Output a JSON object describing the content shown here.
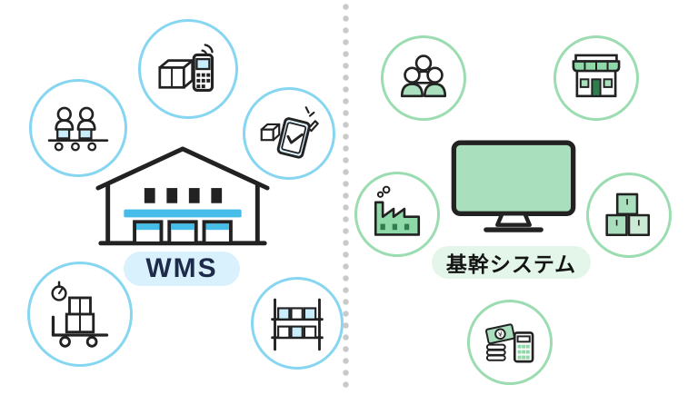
{
  "diagram": {
    "title_texts": [
      "WMS",
      "基幹システム"
    ],
    "divider": {
      "style": "dotted-vertical",
      "color": "#c9c9c9"
    },
    "left": {
      "label": "WMS",
      "label_bg": "#d9f1fc",
      "label_color": "#1e2a4a",
      "accent": "#45bde8",
      "light_fill": "#c9edfa",
      "circle_border": "#86d6f2",
      "center_icon": "warehouse-icon",
      "satellites": [
        "conveyor-workers-icon",
        "handy-terminal-box-icon",
        "tablet-check-icon",
        "hand-truck-boxes-icon",
        "storage-rack-icon"
      ]
    },
    "right": {
      "label": "基幹システム",
      "label_bg": "#e3f6e9",
      "label_color": "#141414",
      "accent": "#8fd9a8",
      "light_fill": "#a9dfbc",
      "dark_green": "#2f7d4f",
      "circle_border": "#9bdcb0",
      "center_icon": "desktop-computer-icon",
      "satellites": [
        "staff-group-icon",
        "store-icon",
        "factory-icon",
        "stacked-boxes-icon",
        "money-calculator-icon"
      ]
    }
  }
}
